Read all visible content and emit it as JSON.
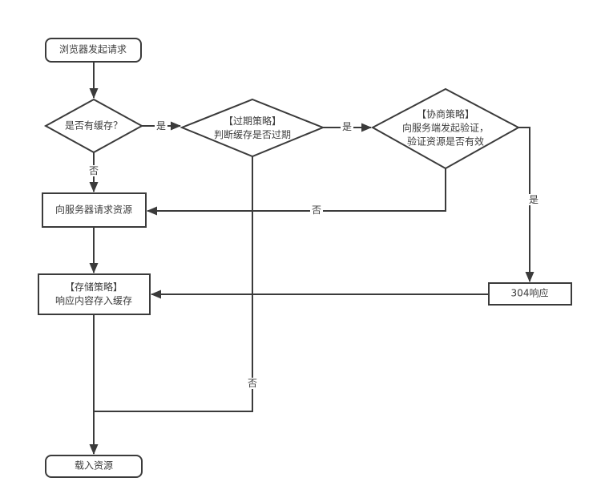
{
  "diagram": {
    "description": "browser cache strategy flowchart",
    "colors": {
      "line": "#3b3b3b",
      "text": "#3d3d3d",
      "node_fill": "#ffffff",
      "background": "#ffffff"
    },
    "nodes": {
      "start": {
        "label": "浏览器发起请求",
        "type": "rounded-rect"
      },
      "has_cache": {
        "label": "是否有缓存？",
        "type": "diamond"
      },
      "expiration": {
        "label": "【过期策略】\n判断缓存是否过期",
        "type": "diamond"
      },
      "negotiation": {
        "label": "【协商策略】\n向服务端发起验证，\n验证资源是否有效",
        "type": "diamond"
      },
      "request_server": {
        "label": "向服务器请求资源",
        "type": "rect"
      },
      "store_cache": {
        "label": "【存储策略】\n响应内容存入缓存",
        "type": "rect"
      },
      "response_304": {
        "label": "304响应",
        "type": "rect"
      },
      "load_resource": {
        "label": "载入资源",
        "type": "rounded-rect"
      }
    },
    "edge_labels": {
      "yes_has_cache": "是",
      "yes_expired": "是",
      "yes_valid": "是",
      "no_cache": "否",
      "no_invalid": "否",
      "no_not_expired": "否"
    }
  }
}
